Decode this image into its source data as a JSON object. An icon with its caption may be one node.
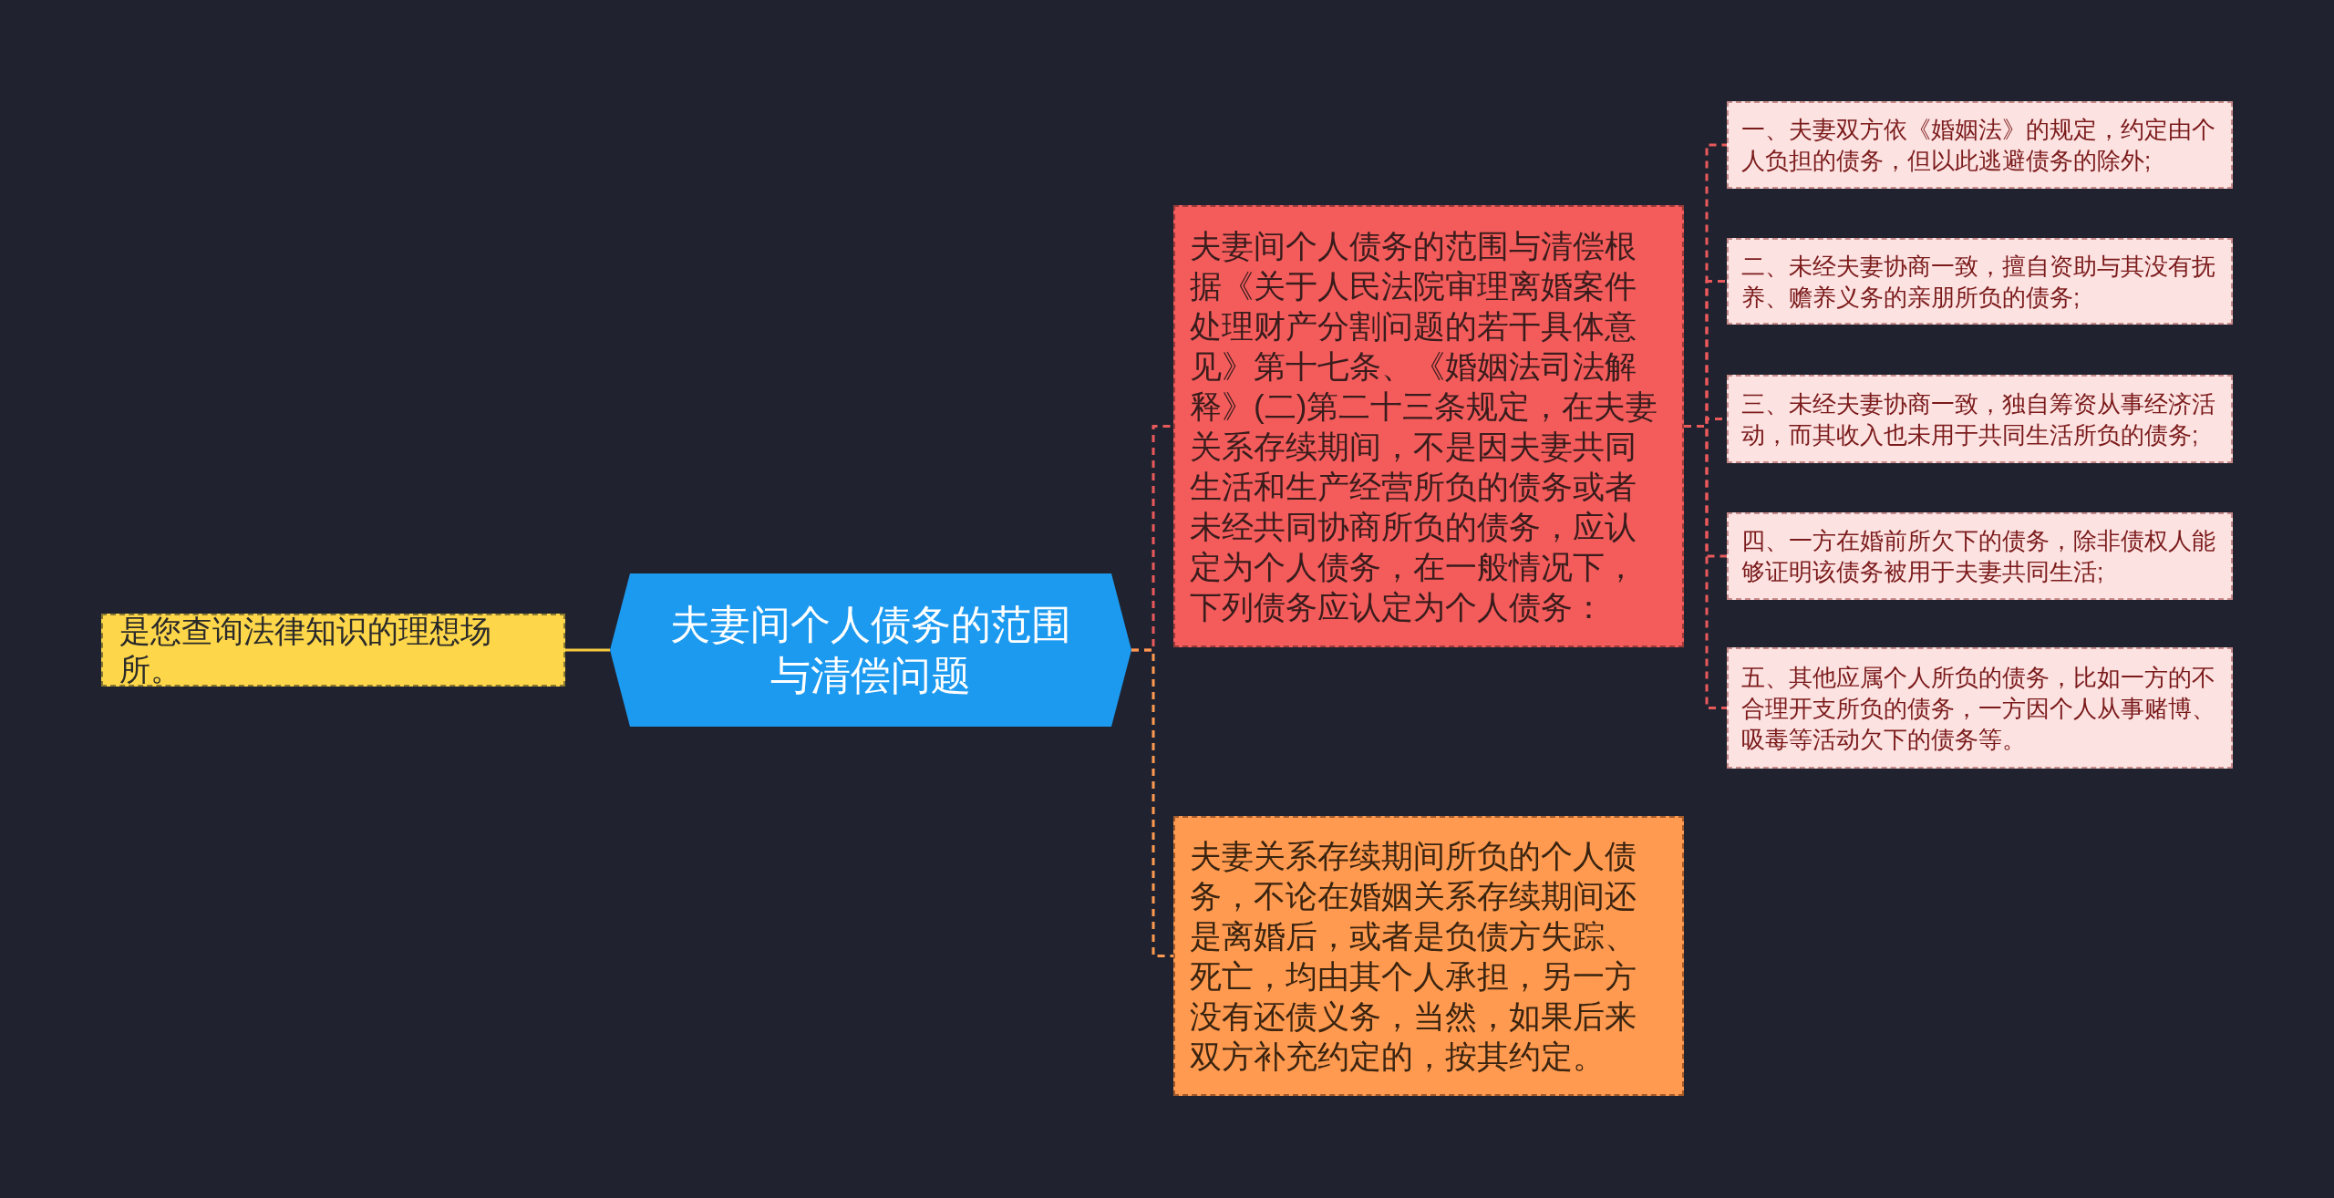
{
  "diagram": {
    "nodes": [
      {
        "text": [
          "夫妻间个人债务的范围与清偿问题"
        ]
      },
      {
        "text": [
          "是您查询法律知识的理想场所。"
        ]
      },
      {
        "text": [
          "夫妻间个人债务的范围与清偿根据《关于人民法院审理离婚案件处理财产分割问题的若干具体意见》第十七条、《婚姻法司法解释》(二)第二十三条规定，在夫妻关系存续期间，不是因夫妻共同生活和生产经营所负的债务或者未经共同协商所负的债务，应认定为个人债务，在一般情况下，下列债务应认定为个人债务："
        ]
      },
      {
        "text": [
          "夫妻关系存续期间所负的个人债务，不论在婚姻关系存续期间还是离婚后，或者是负债方失踪、死亡，均由其个人承担，另一方没有还债义务，当然，如果后来双方补充约定的，按其约定。"
        ]
      },
      {
        "text": [
          "一、夫妻双方依《婚姻法》的规定，约定由个人负担的债务，但以此逃避债务的除外;"
        ]
      },
      {
        "text": [
          "二、未经夫妻协商一致，擅自资助与其没有抚养、赡养义务的亲朋所负的债务;"
        ]
      },
      {
        "text": [
          "三、未经夫妻协商一致，独自筹资从事经济活动，而其收入也未用于共同生活所负的债务;"
        ]
      },
      {
        "text": [
          "四、一方在婚前所欠下的债务，除非债权人能够证明该债务被用于夫妻共同生活;"
        ]
      },
      {
        "text": [
          "五、其他应属个人所负的债务，比如一方的不合理开支所负的债务，一方因个人从事赌博、吸毒等活动欠下的债务等。"
        ]
      }
    ],
    "edges": [
      {
        "from": 0,
        "to": 1,
        "arrow": "none",
        "color": "#f7c93e"
      },
      {
        "from": 0,
        "to": 2,
        "arrow": "none",
        "style": "dashed"
      },
      {
        "from": 0,
        "to": 3,
        "arrow": "none",
        "style": "dashed",
        "color": "#ff9a50"
      },
      {
        "from": 2,
        "to": 4,
        "arrow": "none",
        "style": "dashed"
      },
      {
        "from": 2,
        "to": 5,
        "arrow": "none",
        "style": "dashed"
      },
      {
        "from": 2,
        "to": 6,
        "arrow": "none",
        "style": "dashed"
      },
      {
        "from": 2,
        "to": 7,
        "arrow": "none",
        "style": "dashed"
      },
      {
        "from": 2,
        "to": 8,
        "arrow": "none",
        "style": "dashed"
      }
    ]
  }
}
